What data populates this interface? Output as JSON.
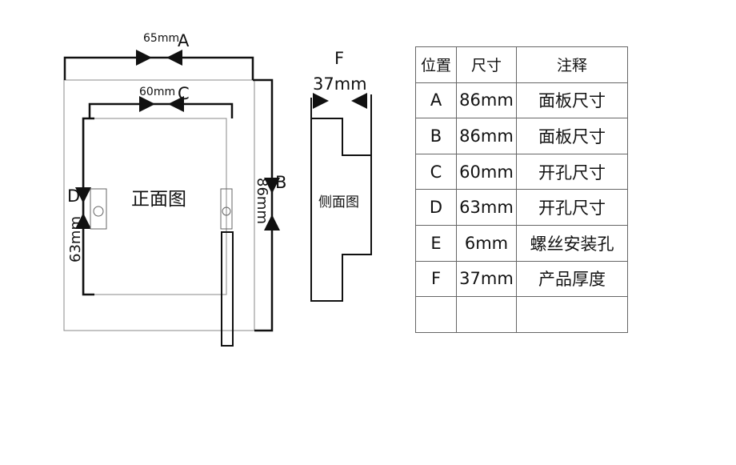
{
  "front_view": {
    "label": "正面图",
    "dim_a": {
      "letter": "A",
      "value": "65mm"
    },
    "dim_c": {
      "letter": "C",
      "value": "60mm"
    },
    "dim_b": {
      "letter": "B",
      "value": "86mm"
    },
    "dim_d": {
      "letter": "D",
      "value": "63mm"
    }
  },
  "side_view": {
    "label": "侧面图",
    "dim_f": {
      "letter": "F",
      "value": "37mm"
    }
  },
  "spec_table": {
    "headers": [
      "位置",
      "尺寸",
      "注释"
    ],
    "rows": [
      {
        "pos": "A",
        "size": "86mm",
        "note": "面板尺寸"
      },
      {
        "pos": "B",
        "size": "86mm",
        "note": "面板尺寸"
      },
      {
        "pos": "C",
        "size": "60mm",
        "note": "开孔尺寸"
      },
      {
        "pos": "D",
        "size": "63mm",
        "note": "开孔尺寸"
      },
      {
        "pos": "E",
        "size": "6mm",
        "note": "螺丝安装孔"
      },
      {
        "pos": "F",
        "size": "37mm",
        "note": "产品厚度"
      },
      {
        "pos": "",
        "size": "",
        "note": ""
      }
    ]
  }
}
